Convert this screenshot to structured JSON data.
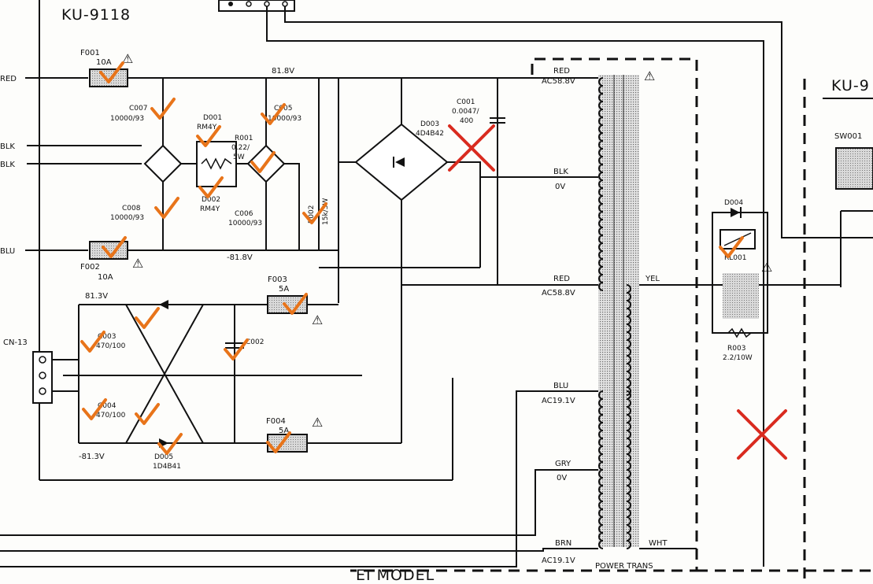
{
  "board_left": "KU-9118",
  "board_right": "KU-9",
  "model": "EI MODEL",
  "transformer": "POWER TRANS",
  "connector": "CN-13",
  "inputs": [
    "RED",
    "BLK",
    "BLK",
    "BLU"
  ],
  "voltages": {
    "v_pos": "81.8V",
    "v_neg": "-81.8V",
    "v_pos2": "81.3V",
    "v_neg2": "-81.3V"
  },
  "components": {
    "f001": {
      "ref": "F001",
      "val": "10A"
    },
    "f002": {
      "ref": "F002",
      "val": "10A"
    },
    "f003": {
      "ref": "F003",
      "val": "5A"
    },
    "f004": {
      "ref": "F004",
      "val": "5A"
    },
    "c007": {
      "ref": "C007",
      "val": "10000/93"
    },
    "c008": {
      "ref": "C008",
      "val": "10000/93"
    },
    "c005": {
      "ref": "C005",
      "val": "10000/93"
    },
    "c006": {
      "ref": "C006",
      "val": "10000/93"
    },
    "d001": {
      "ref": "D001",
      "val": "RM4Y"
    },
    "d002": {
      "ref": "D002",
      "val": "RM4Y"
    },
    "r001": {
      "ref": "R001",
      "val1": "0.22/",
      "val2": "5W"
    },
    "r002": {
      "ref": "R002",
      "val": "15k/3W"
    },
    "d003": {
      "ref": "D003",
      "val": "4D4B42"
    },
    "c001": {
      "ref": "C001",
      "val1": "0.0047/",
      "val2": "400"
    },
    "c003": {
      "ref": "C003",
      "val": "470/100"
    },
    "c004": {
      "ref": "C004",
      "val": "470/100"
    },
    "c002": {
      "ref": "C002"
    },
    "d005": {
      "ref": "D005",
      "val": "1D4B41"
    },
    "d004": {
      "ref": "D004"
    },
    "rl001": {
      "ref": "RL001"
    },
    "r003": {
      "ref": "R003",
      "val": "2.2/10W"
    },
    "sw001": {
      "ref": "SW001"
    }
  },
  "taps": [
    {
      "color": "RED",
      "volt": "AC58.8V"
    },
    {
      "color": "BLK",
      "volt": "0V"
    },
    {
      "color": "RED",
      "volt": "AC58.8V"
    },
    {
      "color": "BLU",
      "volt": "AC19.1V"
    },
    {
      "color": "GRY",
      "volt": "0V"
    },
    {
      "color": "BRN",
      "volt": "AC19.1V"
    }
  ],
  "secondary": {
    "yel": "YEL",
    "wht": "WHT"
  },
  "markers": {
    "check_color": "#e8741a",
    "cross_color": "#d92b1f"
  }
}
